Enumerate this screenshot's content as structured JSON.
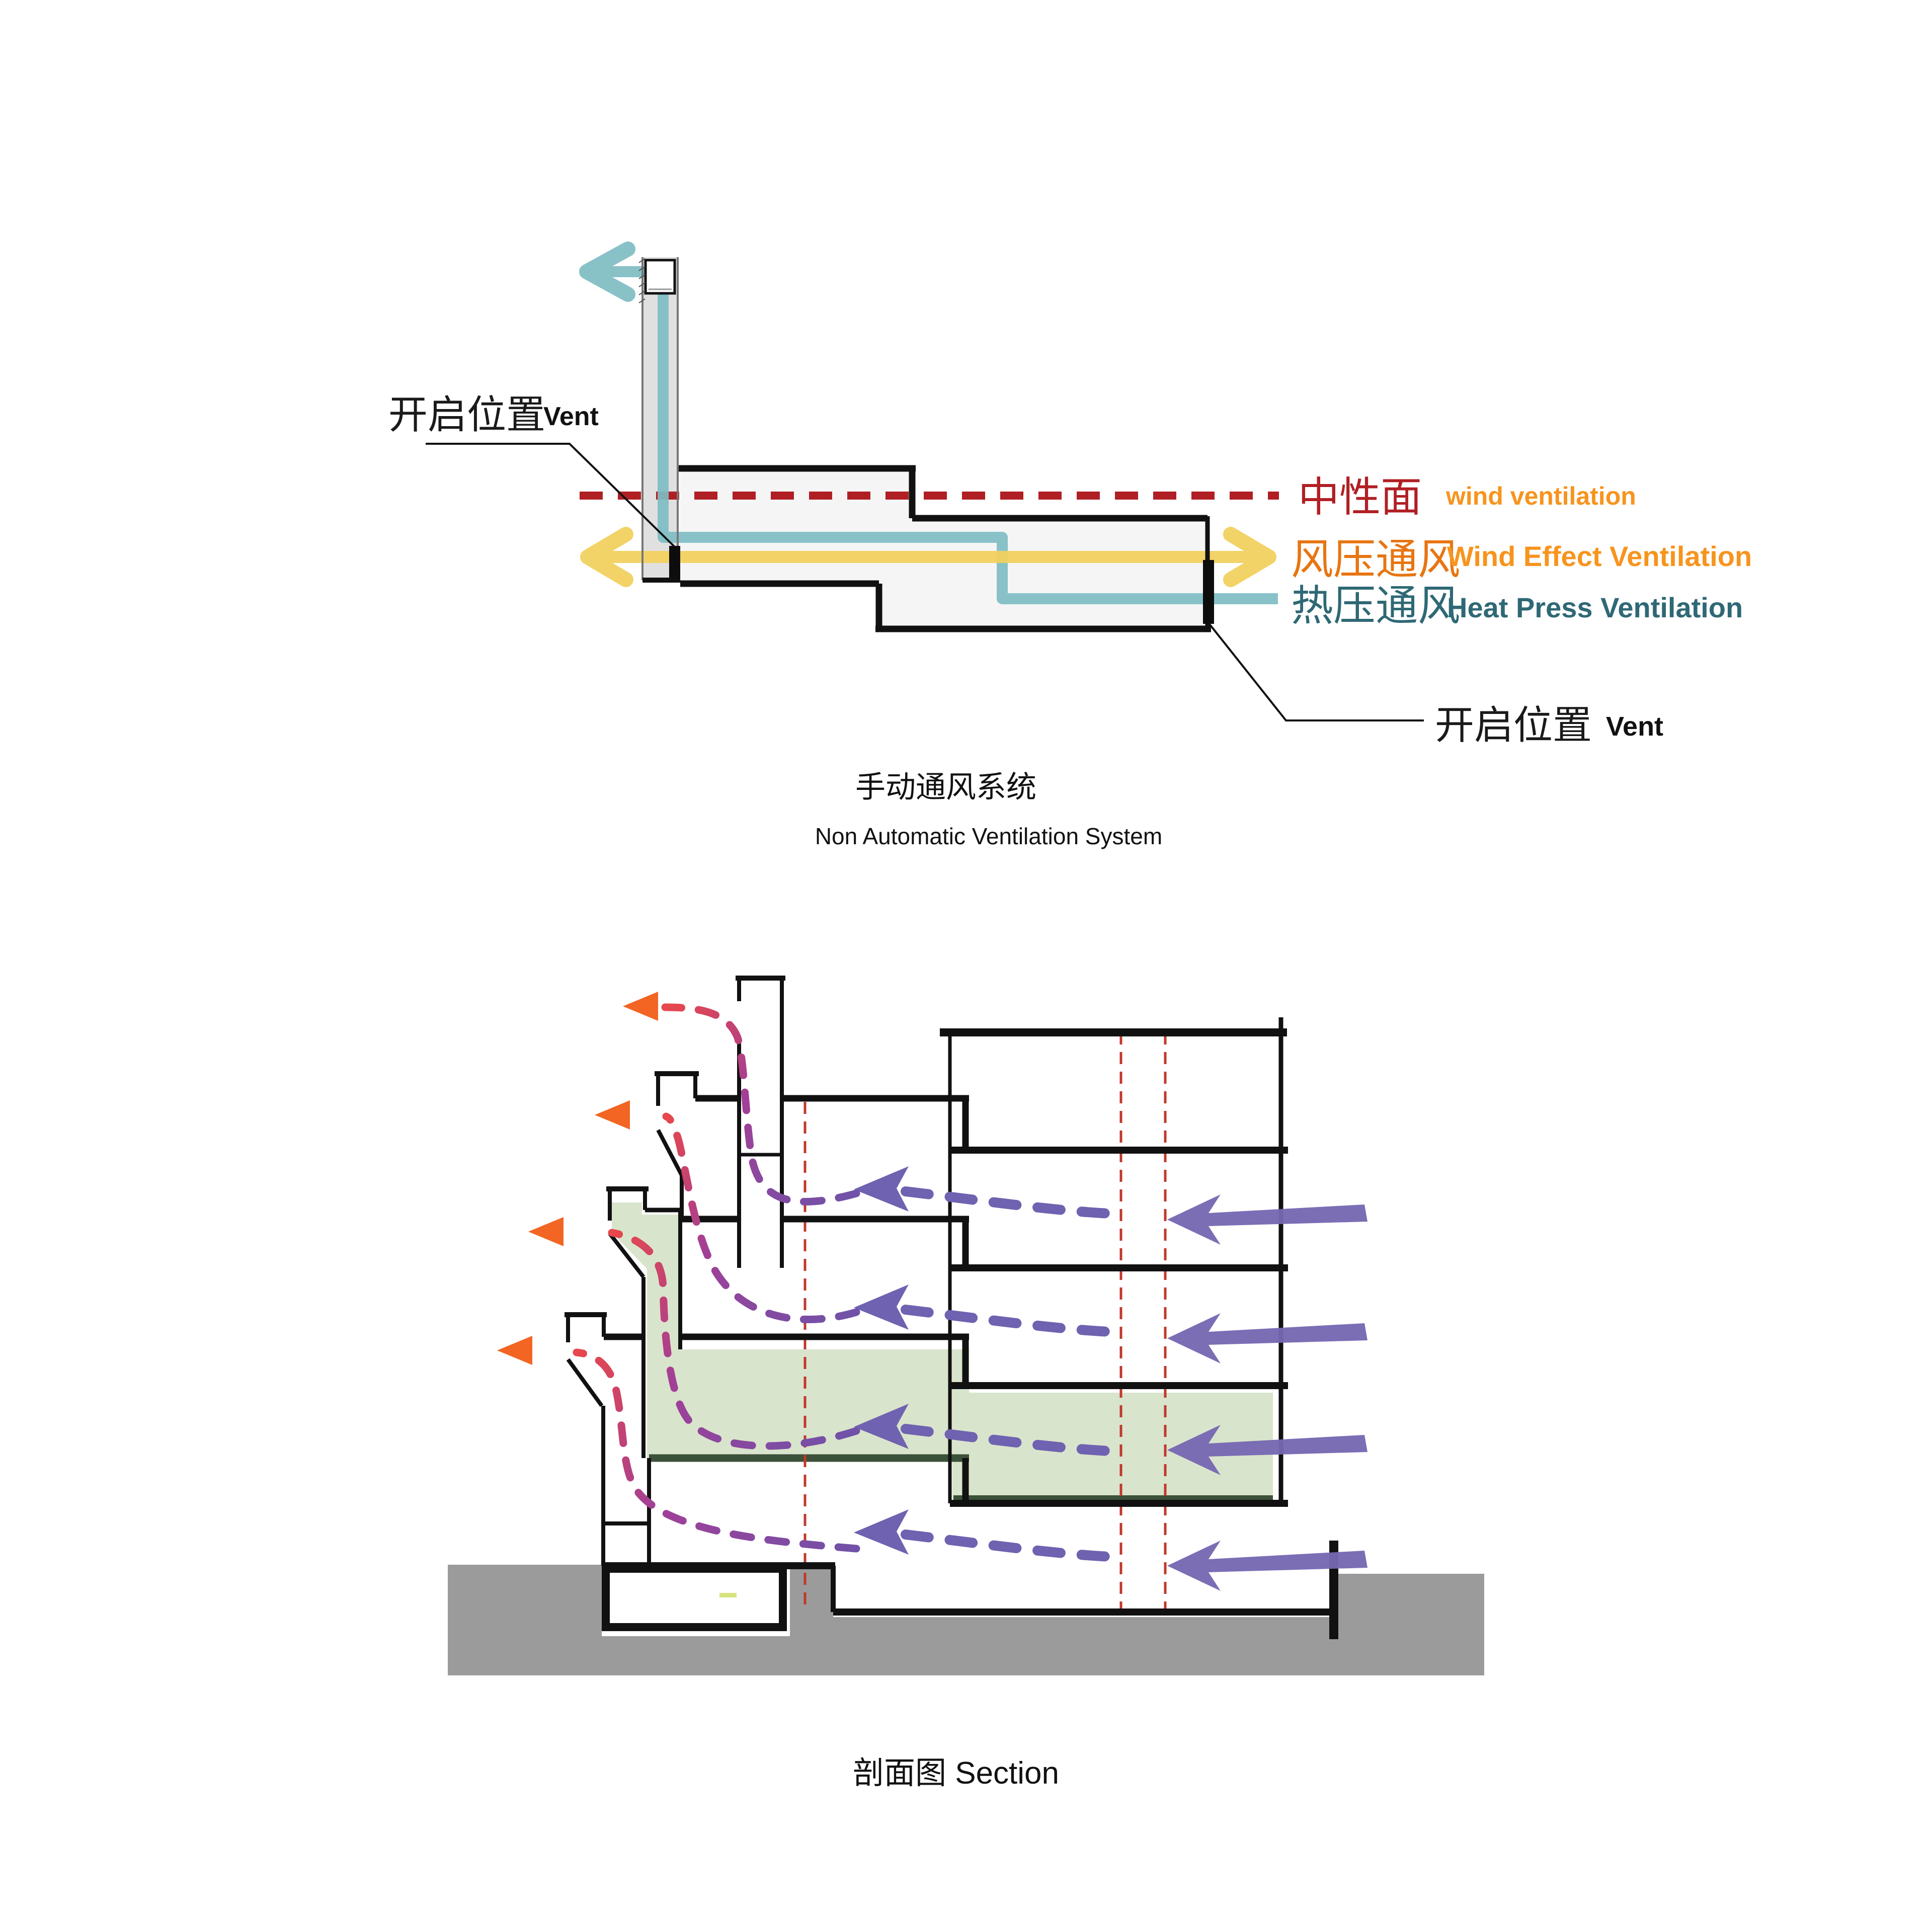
{
  "top_diagram": {
    "vent_label_left": {
      "cn": "开启位置",
      "en": "Vent"
    },
    "vent_label_right": {
      "cn": "开启位置",
      "en": "Vent"
    },
    "legend": {
      "neutral_cn": "中性面",
      "neutral_en": "wind ventilation",
      "wind_cn": "风压通风",
      "wind_en": "Wind Effect Ventilation",
      "heat_cn": "热压通风",
      "heat_en": "Heat Press Ventilation"
    },
    "title_cn": "手动通风系统",
    "title_en": "Non Automatic Ventilation System"
  },
  "section_diagram": {
    "title": "剖面图  Section"
  },
  "colors": {
    "building_fill": "#F5F5F5",
    "chimney_fill": "#E0E0E0",
    "neutral_red": "#B01F24",
    "orange_text": "#F7941D",
    "wind_cn_text": "#E87511",
    "heat_text": "#2F6875",
    "heat_arrow": "#7EBDC3",
    "wind_arrow": "#F2D15F",
    "inflow_arrow": "#7668B2",
    "interior_flow": "#6F62B0",
    "rising_flow_start": "#7052A8",
    "rising_flow_mid": "#A23F97",
    "rising_flow_end": "#E8474B",
    "exit_arrow": "#F26522",
    "grid_line": "#C0392B",
    "green_zone": "#D9E4CC",
    "green_edge": "#3C5139",
    "ground": "#9B9B9B",
    "ink": "#111111"
  }
}
